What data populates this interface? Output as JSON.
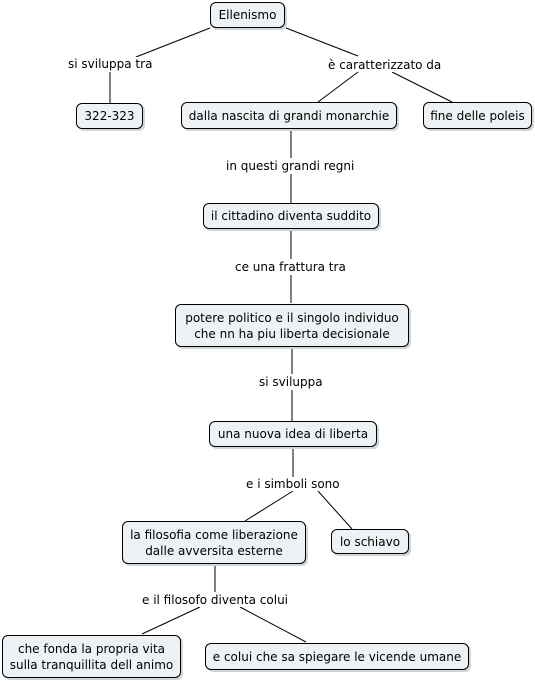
{
  "concepts": {
    "ellenismo": "Ellenismo",
    "year": "322-323",
    "monarchie": "dalla nascita di grandi monarchie",
    "poleis": "fine delle poleis",
    "suddito": "il cittadino diventa suddito",
    "potere": "potere politico e il singolo individuo\nche nn ha piu liberta decisionale",
    "idea": "una nuova idea di liberta",
    "filosofia": "la filosofia come liberazione\ndalle avversita esterne",
    "schiavo": "lo schiavo",
    "fonda": "che fonda la propria vita\nsulla tranquillita dell animo",
    "spiegare": "e colui che sa spiegare le vicende umane"
  },
  "links": {
    "si_sviluppa_tra": "si sviluppa tra",
    "caratterizzato": "è caratterizzato da",
    "grandi_regni": "in questi grandi regni",
    "frattura": "ce una frattura tra",
    "si_sviluppa": "si sviluppa",
    "simboli": "e i simboli sono",
    "filosofo": "e il filosofo diventa colui"
  }
}
